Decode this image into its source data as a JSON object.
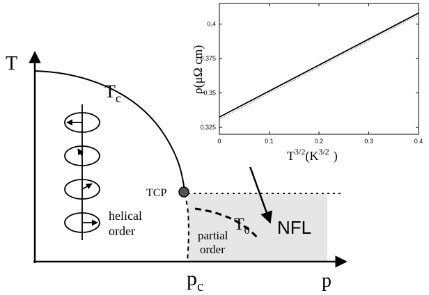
{
  "colors": {
    "ink": "#000000",
    "shaded_region": "#e6e6e6",
    "tcp_point": "#555555",
    "inset_main_line": "#000000",
    "inset_dotted_line": "#777777"
  },
  "chart_data": [
    {
      "type": "diagram",
      "axes": {
        "x_label": "p",
        "y_label": "T",
        "x_tick": "p",
        "x_tick_subscript": "c"
      },
      "curves": [
        {
          "label": "T",
          "label_subscript": "c",
          "style": "solid"
        },
        {
          "label": "T",
          "label_subscript": "0",
          "style": "dashed"
        }
      ],
      "tricritical_point": {
        "label": "TCP"
      },
      "regions": [
        {
          "label_lines": [
            "helical",
            "order"
          ]
        },
        {
          "label_lines": [
            "partial",
            "order"
          ]
        },
        {
          "label": "NFL"
        }
      ],
      "spin_icons": [
        "spiral-arrow-1",
        "spiral-arrow-2",
        "spiral-arrow-3",
        "spiral-arrow-4"
      ],
      "arrow": "from-inset-to-NFL"
    },
    {
      "type": "line",
      "xlabel": "T",
      "xlabel_superscript": "3/2",
      "xlabel_unit_prefix": "(K",
      "xlabel_unit_superscript": "3/2",
      "xlabel_unit_suffix": ")",
      "ylabel": "ρ(μΩ cm)",
      "xlim": [
        0,
        0.4
      ],
      "ylim": [
        0.32,
        0.415
      ],
      "x_ticks": [
        0,
        0.1,
        0.2,
        0.3,
        0.4
      ],
      "x_tick_labels": [
        "0",
        "0.1",
        "0.2",
        "0.3",
        "0.4"
      ],
      "y_ticks": [
        0.325,
        0.35,
        0.375,
        0.4
      ],
      "y_tick_labels": [
        "0.325",
        "0.35",
        "0.375",
        "0.4"
      ],
      "series": [
        {
          "style": "solid",
          "x": [
            0,
            0.4
          ],
          "y": [
            0.3325,
            0.408
          ]
        },
        {
          "style": "dotted",
          "x": [
            0,
            0.4
          ],
          "y": [
            0.331,
            0.4065
          ]
        }
      ]
    }
  ]
}
